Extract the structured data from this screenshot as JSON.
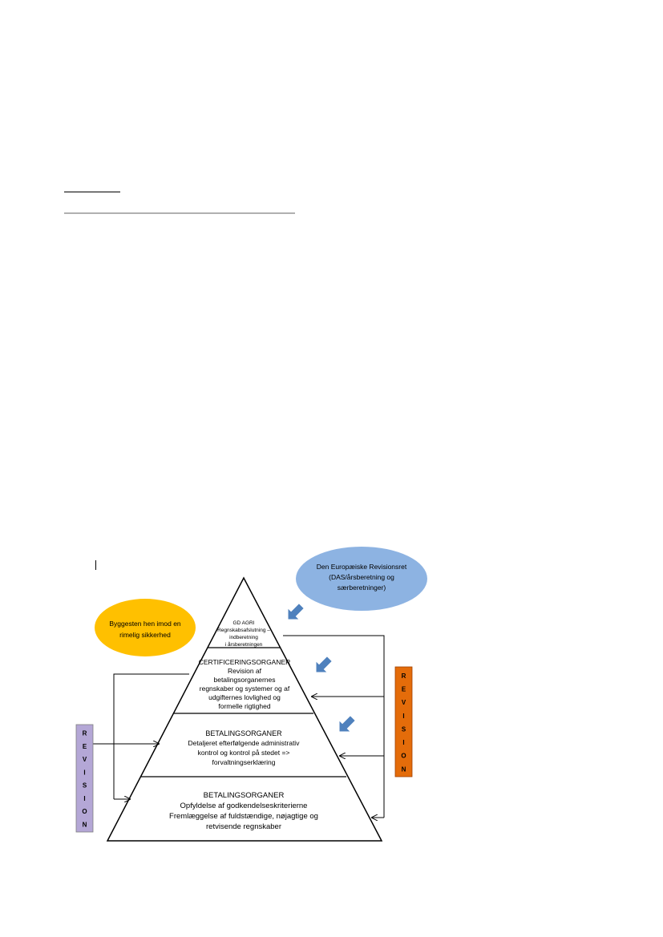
{
  "oval_blue": {
    "lines": [
      "Den Europæiske Revisionsret",
      "(DAS/årsberetning og",
      "særberetninger)"
    ],
    "color": "#8db3e2"
  },
  "oval_orange": {
    "lines": [
      "Byggesten hen imod en",
      "rimelig sikkerhed"
    ],
    "color": "#ffc000"
  },
  "tier1": {
    "lines": [
      "GD AGRI",
      "Regnskabsafslutning –",
      "indberetning",
      "i årsberetningen"
    ]
  },
  "tier2": {
    "heading": "CERTIFICERINGSORGANER",
    "lines": [
      "Revision af",
      "betalingsorganernes",
      "regnskaber og systemer og af",
      "udgifternes lovlighed og",
      "formelle rigtighed"
    ]
  },
  "tier3": {
    "heading": "BETALINGSORGANER",
    "lines": [
      "Detaljeret efterfølgende administrativ",
      "kontrol og kontrol på stedet =>",
      "forvaltningserklæring"
    ]
  },
  "tier4": {
    "heading": "BETALINGSORGANER",
    "lines": [
      "Opfyldelse af godkendelseskriterierne",
      "Fremlæggelse af fuldstændige, nøjagtige og",
      "retvisende regnskaber"
    ]
  },
  "revision_left": {
    "letters": [
      "R",
      "E",
      "V",
      "I",
      "S",
      "I",
      "O",
      "N"
    ],
    "color": "#b4a7d6"
  },
  "revision_right": {
    "letters": [
      "R",
      "E",
      "V",
      "I",
      "S",
      "I",
      "O",
      "N"
    ],
    "color": "#e46c0a"
  },
  "arrow_color": "#4f81bd"
}
